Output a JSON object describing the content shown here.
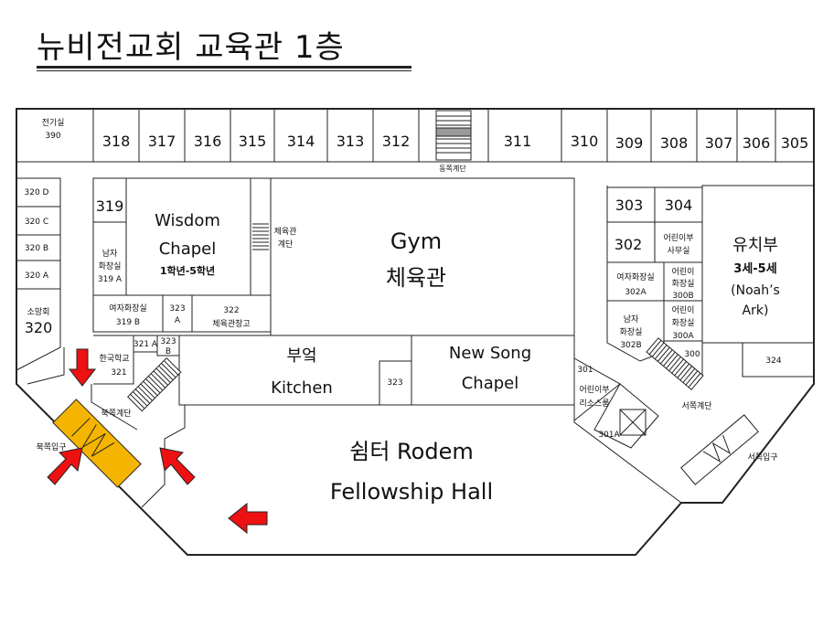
{
  "title": "뉴비전교회 교육관 1층",
  "rooms": {
    "r390_name": "전기실",
    "r390_num": "390",
    "r318": "318",
    "r317": "317",
    "r316": "316",
    "r315": "315",
    "r314": "314",
    "r313": "313",
    "r312": "312",
    "r311": "311",
    "r310": "310",
    "r309": "309",
    "r308": "308",
    "r307": "307",
    "r306": "306",
    "r305": "305",
    "r320d": "320 D",
    "r320c": "320 C",
    "r320b": "320 B",
    "r320a": "320 A",
    "r320_name": "소망회",
    "r320_num": "320",
    "r319": "319",
    "r319a_l1": "남자",
    "r319a_l2": "화장실",
    "r319a_l3": "319 A",
    "r319b_l1": "여자화장실",
    "r319b_l2": "319 B",
    "wisdom_l1": "Wisdom",
    "wisdom_l2": "Chapel",
    "wisdom_l3": "1학년-5학년",
    "r323a_l1": "323",
    "r323a_l2": "A",
    "r322_l1": "322",
    "r322_l2": "체육관창고",
    "gym_stair_l1": "체육관",
    "gym_stair_l2": "계단",
    "gym_l1": "Gym",
    "gym_l2": "체육관",
    "r321a": "321 A",
    "r323b_l1": "323",
    "r323b_l2": "B",
    "r321_l1": "한국학교",
    "r321_l2": "321",
    "kitchen_l1": "부엌",
    "kitchen_l2": "Kitchen",
    "r323": "323",
    "newsong_l1": "New Song",
    "newsong_l2": "Chapel",
    "r303": "303",
    "r304": "304",
    "r302": "302",
    "office_l1": "어린이부",
    "office_l2": "사무실",
    "kinder_l1": "유치부",
    "kinder_l2": "3세-5세",
    "kinder_l3": "(Noah’s",
    "kinder_l4": "Ark)",
    "r302a_l1": "여자화장실",
    "r302a_l2": "302A",
    "r300b_l1": "어린이",
    "r300b_l2": "화장실",
    "r300b_l3": "300B",
    "r302b_l1": "남자",
    "r302b_l2": "화장실",
    "r302b_l3": "302B",
    "r300a_l1": "어린이",
    "r300a_l2": "화장실",
    "r300a_l3": "300A",
    "r300": "300",
    "r324": "324",
    "r301": "301",
    "cryroom_l1": "어린이부",
    "cryroom_l2": "리소스룸",
    "r301a": "301A",
    "rodem_l1": "쉼터 Rodem",
    "rodem_l2": "Fellowship Hall"
  },
  "labels": {
    "east_stair": "동쪽계단",
    "north_stair": "북쪽계단",
    "north_entrance": "북쪽입구",
    "west_stair": "서쪽계단",
    "west_entrance": "서쪽입구"
  },
  "colors": {
    "arrow": "#ee1111",
    "highlight": "#f4b400",
    "wall": "#222222"
  }
}
